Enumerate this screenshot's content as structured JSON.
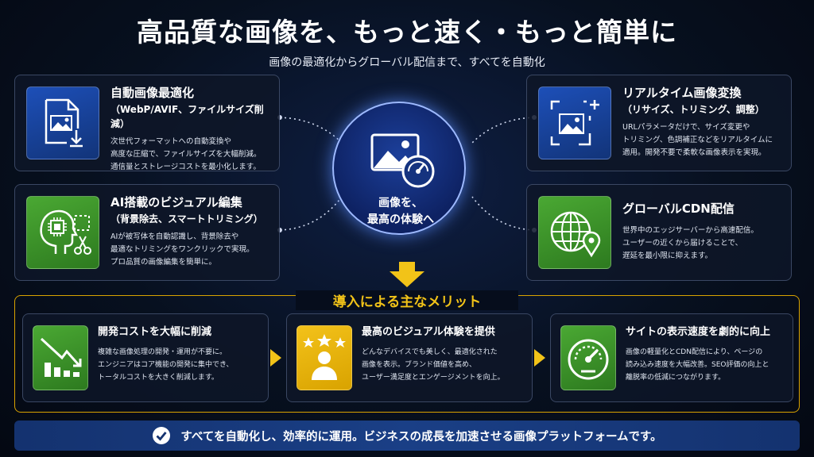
{
  "header": {
    "title": "高品質な画像を、もっと速く・もっと簡単に",
    "subtitle": "画像の最適化からグローバル配信まで、すべてを自動化"
  },
  "hub": {
    "line1": "画像を、",
    "line2": "最高の体験へ"
  },
  "features": [
    {
      "title": "自動画像最適化",
      "subtitle": "（WebP/AVIF、ファイルサイズ削減）",
      "desc": [
        "次世代フォーマットへの自動変換や",
        "高度な圧縮で、ファイルサイズを大幅削減。",
        "通信量とストレージコストを最小化します。"
      ],
      "icon": "image-file-download-icon"
    },
    {
      "title": "AI搭載のビジュアル編集",
      "subtitle": "（背景除去、スマートトリミング）",
      "desc": [
        "AIが被写体を自動認識し、背景除去や",
        "最適なトリミングをワンクリックで実現。",
        "プロ品質の画像編集を簡単に。"
      ],
      "icon": "ai-head-scissors-icon"
    },
    {
      "title": "リアルタイム画像変換",
      "subtitle": "（リサイズ、トリミング、調整）",
      "desc": [
        "URLパラメータだけで、サイズ変更や",
        "トリミング、色調補正などをリアルタイムに",
        "適用。開発不要で柔軟な画像表示を実現。"
      ],
      "icon": "image-crop-plus-icon"
    },
    {
      "title": "グローバルCDN配信",
      "subtitle": "",
      "desc": [
        "世界中のエッジサーバーから高速配信。",
        "ユーザーの近くから届けることで、",
        "遅延を最小限に抑えます。"
      ],
      "icon": "globe-pin-icon"
    }
  ],
  "merits": {
    "heading": "導入による主なメリット",
    "items": [
      {
        "title": "開発コストを大幅に削減",
        "desc": [
          "複雑な画像処理の開発・運用が不要に。",
          "エンジニアはコア機能の開発に集中でき、",
          "トータルコストを大きく削減します。"
        ],
        "icon": "bar-chart-down-icon"
      },
      {
        "title": "最高のビジュアル体験を提供",
        "desc": [
          "どんなデバイスでも美しく、最適化された",
          "画像を表示。ブランド価値を高め、",
          "ユーザー満足度とエンゲージメントを向上。"
        ],
        "icon": "user-stars-icon"
      },
      {
        "title": "サイトの表示速度を劇的に向上",
        "desc": [
          "画像の軽量化とCDN配信により、ページの",
          "読み込み速度を大幅改善。SEO評価の向上と",
          "離脱率の低減につながります。"
        ],
        "icon": "speedometer-icon"
      }
    ]
  },
  "footer": {
    "text": "すべてを自動化し、効率的に運用。ビジネスの成長を加速させる画像プラットフォームです。"
  },
  "colors": {
    "blue": "#1d4fb8",
    "green": "#3f9a2c",
    "yellow": "#f2c318",
    "navy": "#07101f"
  }
}
